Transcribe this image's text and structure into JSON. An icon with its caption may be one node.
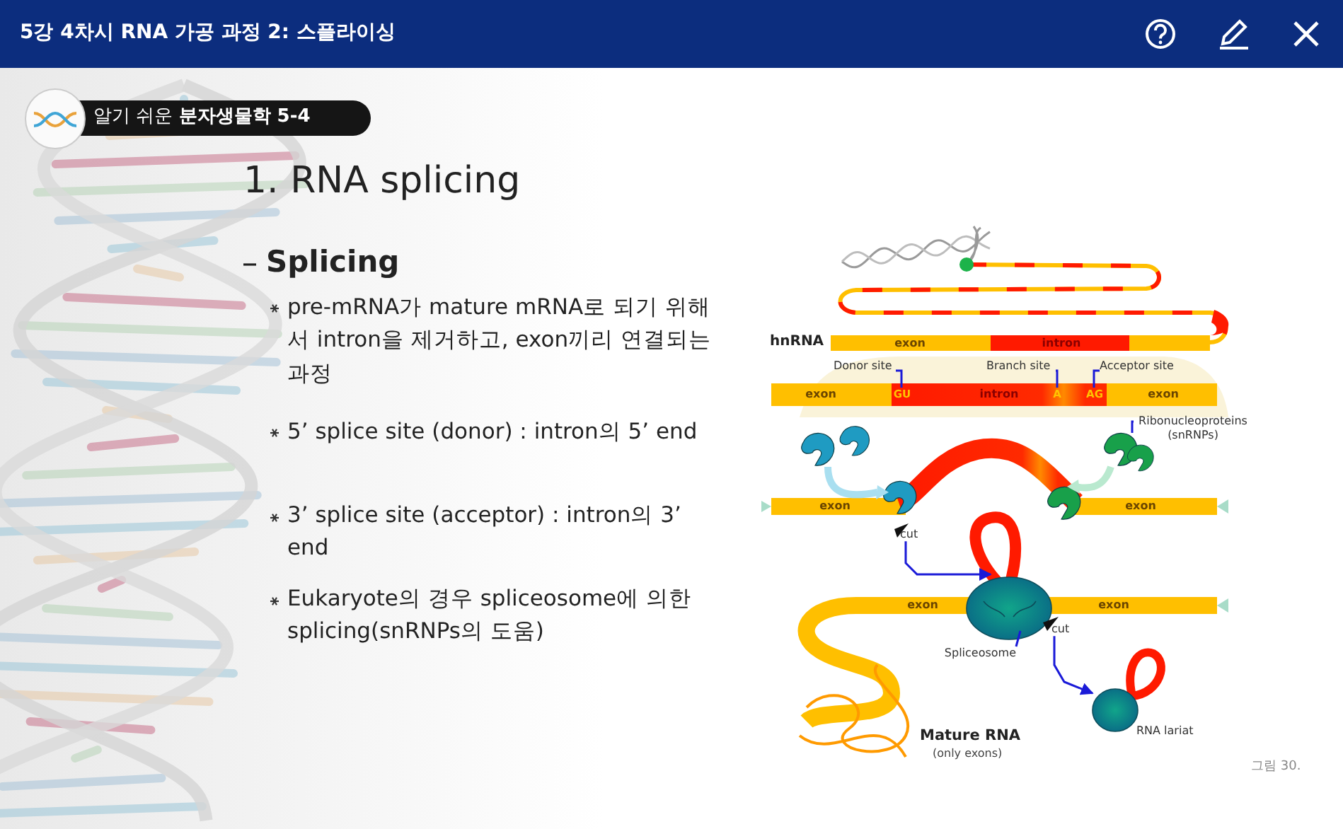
{
  "diagram": {
    "title": "5강 4차시 RNA 가공 과정 2: 스플라이싱",
    "nodes": [
      {
        "text": [
          "Donor site"
        ]
      },
      {
        "text": [
          "Branch site"
        ]
      },
      {
        "text": [
          "Acceptor site"
        ]
      },
      {
        "text": [
          "Ribonucleoproteins (snRNPs)"
        ]
      },
      {
        "text": [
          "cut"
        ]
      },
      {
        "text": [
          "Spliceosome"
        ]
      },
      {
        "text": [
          "cut"
        ]
      },
      {
        "text": [
          "GU"
        ]
      },
      {
        "text": [
          "A"
        ]
      },
      {
        "text": [
          "AG"
        ]
      }
    ],
    "edges": [
      {
        "from": 0,
        "to": 7,
        "arrow": "none"
      },
      {
        "from": 1,
        "to": 8,
        "arrow": "none"
      },
      {
        "from": 2,
        "to": 9,
        "arrow": "none"
      },
      {
        "from": 3,
        "to": null,
        "arrow": "none"
      },
      {
        "from": 4,
        "to": null,
        "arrow": "to"
      },
      {
        "from": 5,
        "to": null,
        "arrow": "none"
      },
      {
        "from": 6,
        "to": null,
        "arrow": "to"
      }
    ],
    "labels": [
      "알기 쉬운 **분자생물학 5-4**",
      "1. RNA splicing",
      "Splicing",
      "pre-mRNA가 mature mRNA로 되기 위해서 intron을 제거하고, exon끼리 연결되는 과정",
      "5’ splice site (donor) : intron의 5’ end",
      "3’ splice site (acceptor) : intron의 3’ end",
      "Eukaryote의 경우 spliceosome에 의한 splicing(snRNPs의 도움)",
      "hnRNA",
      "exon",
      "intron",
      "exon",
      "intron",
      "exon",
      "exon",
      "exon",
      "exon",
      "exon",
      "Mature RNA",
      "(only exons)",
      "RNA lariat",
      "그림 30."
    ]
  }
}
